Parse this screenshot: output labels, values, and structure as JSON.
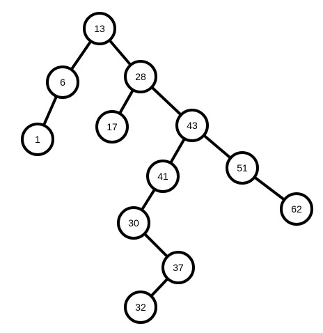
{
  "tree": {
    "nodes": [
      {
        "id": "n13",
        "label": "13"
      },
      {
        "id": "n6",
        "label": "6"
      },
      {
        "id": "n28",
        "label": "28"
      },
      {
        "id": "n1",
        "label": "1"
      },
      {
        "id": "n17",
        "label": "17"
      },
      {
        "id": "n43",
        "label": "43"
      },
      {
        "id": "n41",
        "label": "41"
      },
      {
        "id": "n51",
        "label": "51"
      },
      {
        "id": "n30",
        "label": "30"
      },
      {
        "id": "n62",
        "label": "62"
      },
      {
        "id": "n37",
        "label": "37"
      },
      {
        "id": "n32",
        "label": "32"
      }
    ],
    "edges": [
      {
        "from": "n13",
        "to": "n6"
      },
      {
        "from": "n13",
        "to": "n28"
      },
      {
        "from": "n6",
        "to": "n1"
      },
      {
        "from": "n28",
        "to": "n17"
      },
      {
        "from": "n28",
        "to": "n43"
      },
      {
        "from": "n43",
        "to": "n41"
      },
      {
        "from": "n43",
        "to": "n51"
      },
      {
        "from": "n41",
        "to": "n30"
      },
      {
        "from": "n51",
        "to": "n62"
      },
      {
        "from": "n30",
        "to": "n37"
      },
      {
        "from": "n37",
        "to": "n32"
      }
    ]
  }
}
